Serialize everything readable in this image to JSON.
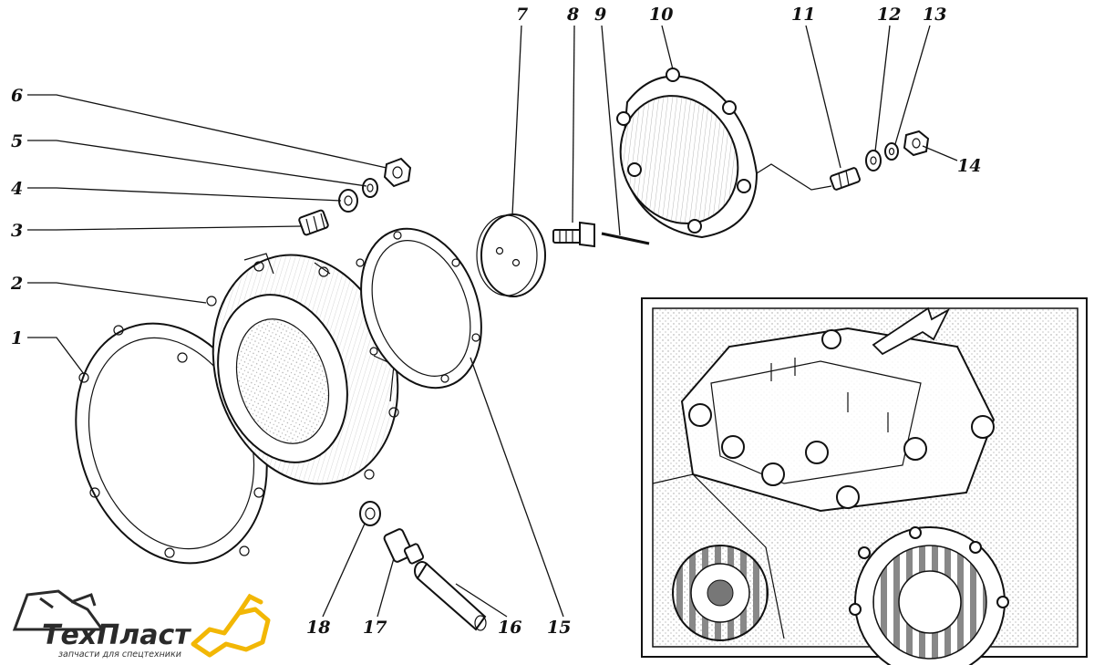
{
  "callouts": [
    "1",
    "2",
    "3",
    "4",
    "5",
    "6",
    "7",
    "8",
    "9",
    "10",
    "11",
    "12",
    "13",
    "14",
    "15",
    "16",
    "17",
    "18"
  ],
  "logo": {
    "name": "ТехПласт",
    "tagline": "запчасти для спецтехники",
    "accent_color": "#f2b705",
    "text_color": "#2a2a2a"
  },
  "inset": {
    "arrow": "arrow-icon"
  }
}
